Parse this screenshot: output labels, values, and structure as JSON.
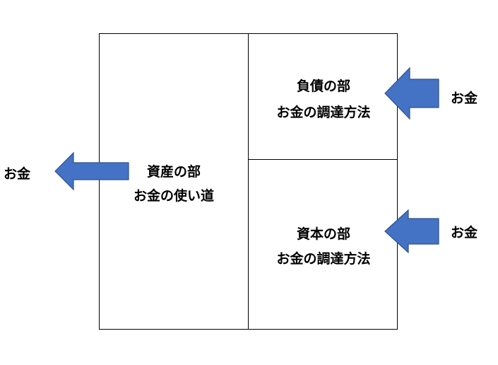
{
  "assets": {
    "title": "資産の部",
    "subtitle": "お金の使い道"
  },
  "liabilities": {
    "title": "負債の部",
    "subtitle": "お金の調達方法"
  },
  "equity": {
    "title": "資本の部",
    "subtitle": "お金の調達方法"
  },
  "flows": {
    "outflow_label": "お金",
    "liabilities_inflow_label": "お金",
    "equity_inflow_label": "お金"
  },
  "colors": {
    "arrow_fill": "#4472C4",
    "arrow_stroke": "#2F528F",
    "border": "#000000"
  }
}
